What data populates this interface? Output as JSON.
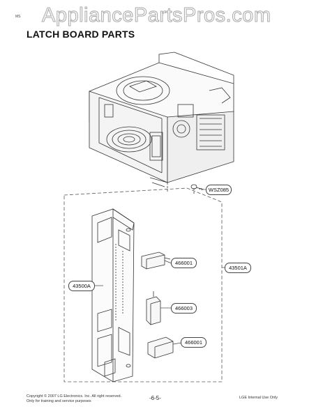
{
  "watermark": "AppliancePartsPros.com",
  "corner_mark": "MS",
  "title": "LATCH BOARD PARTS",
  "callouts": {
    "wsz085": "WSZ085",
    "p466001_top": "466001",
    "p43501a": "43501A",
    "p43500a": "43500A",
    "p466003": "466003",
    "p466001_bottom": "466001"
  },
  "footer": {
    "copyright_line1": "Copyright © 2007 LG Electronics. Inc. All right reserved.",
    "copyright_line2": "Only for training and service purposes",
    "page_number": "-6-5-",
    "internal_use": "LGE Internal Use Only"
  }
}
